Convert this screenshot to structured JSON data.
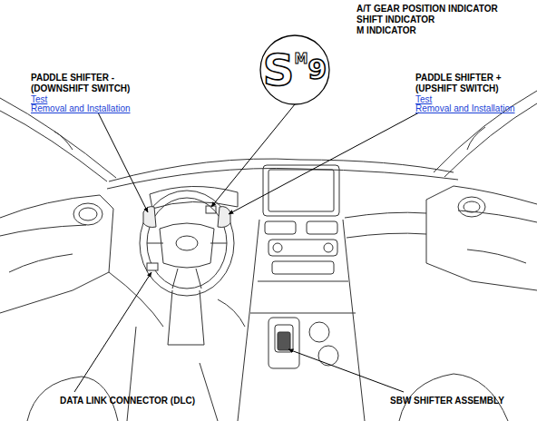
{
  "diagram": {
    "nodes": [
      {
        "text": [
          "S",
          "M",
          "9"
        ]
      }
    ],
    "labels": [
      "A/T GEAR POSITION INDICATOR",
      "SHIFT INDICATOR",
      "M INDICATOR",
      "PADDLE SHIFTER - (DOWNSHIFT SWITCH)",
      "Test",
      "Removal and Installation",
      "PADDLE SHIFTER + (UPSHIFT SWITCH)",
      "Test",
      "Removal and Installation",
      "DATA LINK CONNECTOR (DLC)",
      "SBW SHIFTER ASSEMBLY"
    ]
  }
}
